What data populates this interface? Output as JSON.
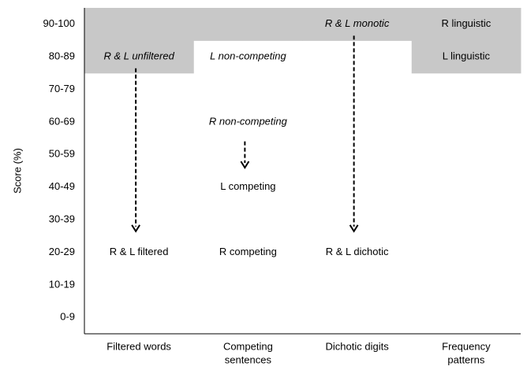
{
  "chart_data": {
    "type": "table",
    "ylabel": "Score (%)",
    "y_categories": [
      "90-100",
      "80-89",
      "70-79",
      "60-69",
      "50-59",
      "40-49",
      "30-39",
      "20-29",
      "10-19",
      "0-9"
    ],
    "x_categories": [
      {
        "lines": [
          "Filtered words"
        ]
      },
      {
        "lines": [
          "Competing",
          "sentences"
        ]
      },
      {
        "lines": [
          "Dichotic digits"
        ]
      },
      {
        "lines": [
          "Frequency",
          "patterns"
        ]
      }
    ],
    "shading_color": "#c8c8c8",
    "shaded_cells": [
      {
        "col": 0,
        "row": "90-100"
      },
      {
        "col": 0,
        "row": "80-89"
      },
      {
        "col": 1,
        "row": "90-100"
      },
      {
        "col": 2,
        "row": "90-100"
      },
      {
        "col": 3,
        "row": "90-100"
      },
      {
        "col": 3,
        "row": "80-89"
      }
    ],
    "cells": [
      {
        "col": 0,
        "row": "80-89",
        "text": "R & L unfiltered",
        "italic": true
      },
      {
        "col": 0,
        "row": "20-29",
        "text": "R & L filtered",
        "italic": false
      },
      {
        "col": 1,
        "row": "80-89",
        "text": "L non-competing",
        "italic": true
      },
      {
        "col": 1,
        "row": "60-69",
        "text": "R non-competing",
        "italic": true
      },
      {
        "col": 1,
        "row": "40-49",
        "text": "L competing",
        "italic": false
      },
      {
        "col": 1,
        "row": "20-29",
        "text": "R competing",
        "italic": false
      },
      {
        "col": 2,
        "row": "90-100",
        "text": "R & L monotic",
        "italic": true
      },
      {
        "col": 2,
        "row": "20-29",
        "text": "R & L dichotic",
        "italic": false
      },
      {
        "col": 3,
        "row": "90-100",
        "text": "R linguistic",
        "italic": false
      },
      {
        "col": 3,
        "row": "80-89",
        "text": "L linguistic",
        "italic": false
      }
    ],
    "arrows": [
      {
        "col": 0,
        "from": "70-79",
        "to": "30-39"
      },
      {
        "col": 1,
        "from": "50-59",
        "to": "50-59"
      },
      {
        "col": 2,
        "from": "80-89",
        "to": "30-39"
      }
    ]
  }
}
